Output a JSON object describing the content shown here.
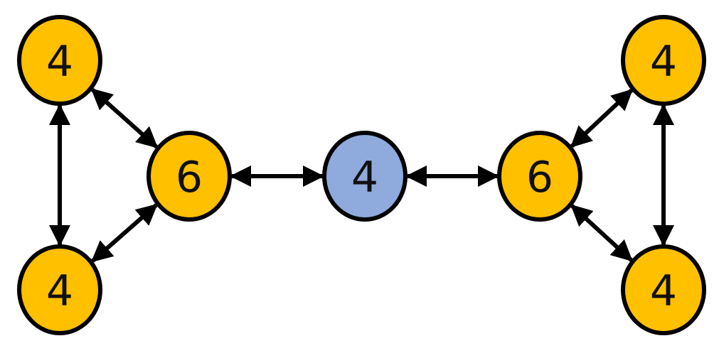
{
  "colors": {
    "yellow_node": "#FFC000",
    "blue_node": "#8FAADC",
    "stroke": "#000000"
  },
  "nodes": [
    {
      "id": "top-left",
      "label": "4",
      "color": "yellow"
    },
    {
      "id": "bottom-left",
      "label": "4",
      "color": "yellow"
    },
    {
      "id": "left-hub",
      "label": "6",
      "color": "yellow"
    },
    {
      "id": "center",
      "label": "4",
      "color": "blue"
    },
    {
      "id": "right-hub",
      "label": "6",
      "color": "yellow"
    },
    {
      "id": "top-right",
      "label": "4",
      "color": "yellow"
    },
    {
      "id": "bottom-right",
      "label": "4",
      "color": "yellow"
    }
  ],
  "edges": [
    {
      "from": "top-left",
      "to": "bottom-left",
      "bidirectional": true
    },
    {
      "from": "top-left",
      "to": "left-hub",
      "bidirectional": true
    },
    {
      "from": "bottom-left",
      "to": "left-hub",
      "bidirectional": true
    },
    {
      "from": "left-hub",
      "to": "center",
      "bidirectional": true
    },
    {
      "from": "center",
      "to": "right-hub",
      "bidirectional": true
    },
    {
      "from": "right-hub",
      "to": "top-right",
      "bidirectional": true
    },
    {
      "from": "right-hub",
      "to": "bottom-right",
      "bidirectional": true
    },
    {
      "from": "top-right",
      "to": "bottom-right",
      "bidirectional": true
    }
  ]
}
